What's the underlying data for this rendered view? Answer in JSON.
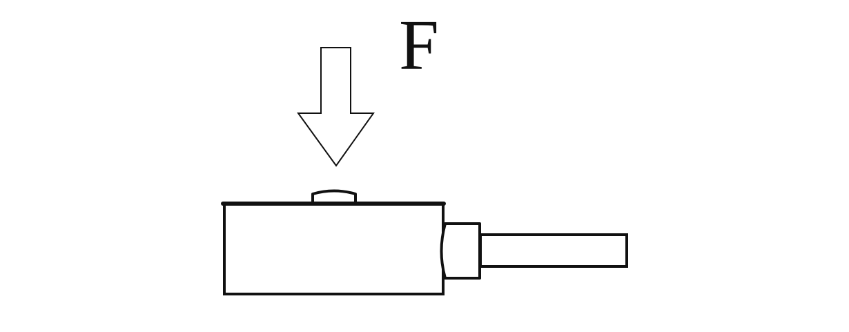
{
  "diagram": {
    "type": "load-cell-force-schematic",
    "force_label": "F",
    "elements": [
      {
        "id": "force-arrow",
        "description": "hollow downward arrow indicating applied force"
      },
      {
        "id": "load-button",
        "description": "small raised button on top of sensor where force is applied"
      },
      {
        "id": "sensor-body",
        "description": "rectangular load cell body"
      },
      {
        "id": "cable-nut",
        "description": "cable gland / nut on right side"
      },
      {
        "id": "cable",
        "description": "output cable extending right"
      }
    ],
    "colors": {
      "stroke": "#111111",
      "fill": "#ffffff",
      "background": "#ffffff"
    }
  }
}
